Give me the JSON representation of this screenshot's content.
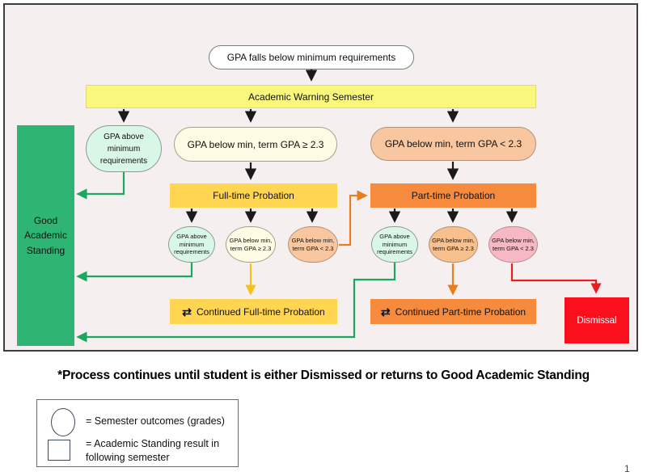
{
  "flow": {
    "start": "GPA falls below minimum requirements",
    "warning_semester": "Academic Warning Semester",
    "good_standing": "Good Academic Standing",
    "warning_outcomes": [
      "GPA above minimum requirements",
      "GPA below min, term GPA ≥ 2.3",
      "GPA below min, term GPA < 2.3"
    ],
    "fulltime_probation": "Full-time Probation",
    "parttime_probation": "Part-time Probation",
    "probation_outcomes": [
      "GPA above minimum requirements",
      "GPA below min, term GPA ≥ 2.3",
      "GPA below min, term GPA < 2.3"
    ],
    "continued_fulltime": "Continued Full-time Probation",
    "continued_parttime": "Continued Part-time Probation",
    "dismissal": "Dismissal",
    "loop_symbol": "⇄"
  },
  "footnote": "*Process continues until student is either Dismissed or returns to Good Academic Standing",
  "legend": {
    "circle_label": "= Semester outcomes (grades)",
    "square_label": "= Academic Standing result in following semester"
  },
  "page_number": "1",
  "colors": {
    "panel_bg": "#f5f0ef",
    "good_green": "#2eb573",
    "warning_yellow": "#faf77d",
    "fulltime_gold": "#ffd551",
    "parttime_orange": "#f68b3d",
    "dismissal_red": "#fb0f1c",
    "mint": "#d9f7e6",
    "cream": "#fdfbe3",
    "salmon": "#f8c79f",
    "light_orange": "#f8c08c",
    "pink": "#f6b9c3",
    "line_green": "#1ca75f",
    "line_gold": "#f2c21d",
    "line_orange": "#e87e1f",
    "line_red": "#ea1c22",
    "line_black": "#1a1a1a"
  }
}
